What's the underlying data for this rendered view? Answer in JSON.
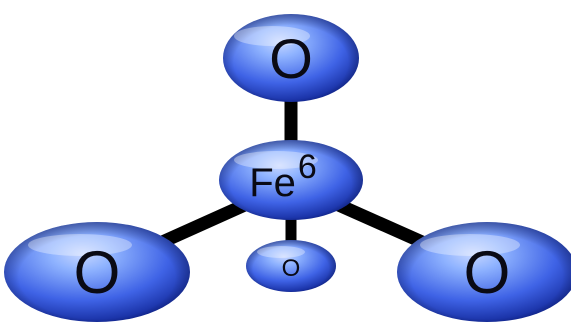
{
  "diagram": {
    "atoms": [
      {
        "id": "center",
        "label": "Fe",
        "superscript": "6"
      },
      {
        "id": "top",
        "label": "O"
      },
      {
        "id": "left",
        "label": "O"
      },
      {
        "id": "right",
        "label": "O"
      },
      {
        "id": "front-small",
        "label": "O"
      }
    ],
    "bonds": [
      {
        "from": "center",
        "to": "top"
      },
      {
        "from": "center",
        "to": "left"
      },
      {
        "from": "center",
        "to": "right"
      },
      {
        "from": "center",
        "to": "front-small"
      }
    ],
    "colors": {
      "sphere_light": "#8fb3ff",
      "sphere_mid": "#3f63e6",
      "sphere_dark": "#0b1f8e",
      "bond": "#000000",
      "label": "#0a0a14"
    }
  }
}
